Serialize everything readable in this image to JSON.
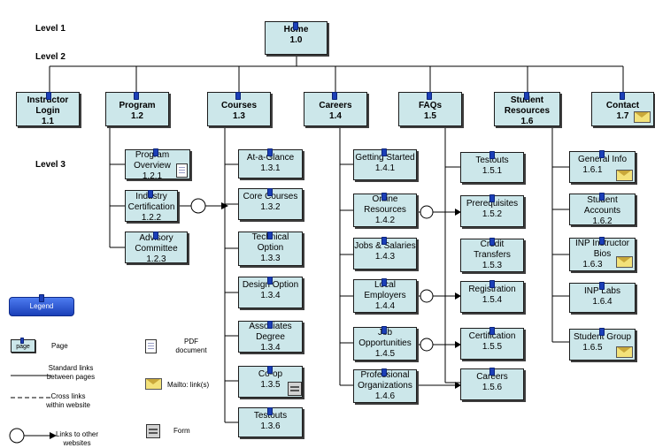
{
  "levels": {
    "l1": "Level 1",
    "l2": "Level 2",
    "l3": "Level 3"
  },
  "home": {
    "title": "Home",
    "num": "1.0"
  },
  "top": [
    {
      "title": "Instructor Login",
      "num": "1.1"
    },
    {
      "title": "Program",
      "num": "1.2"
    },
    {
      "title": "Courses",
      "num": "1.3"
    },
    {
      "title": "Careers",
      "num": "1.4"
    },
    {
      "title": "FAQs",
      "num": "1.5"
    },
    {
      "title": "Student Resources",
      "num": "1.6"
    },
    {
      "title": "Contact",
      "num": "1.7"
    }
  ],
  "program": [
    {
      "title": "Program Overview",
      "num": "1.2.1"
    },
    {
      "title": "Industry Certification",
      "num": "1.2.2"
    },
    {
      "title": "Advisory Committee",
      "num": "1.2.3"
    }
  ],
  "courses": [
    {
      "title": "At-a-Glance",
      "num": "1.3.1"
    },
    {
      "title": "Core Courses",
      "num": "1.3.2"
    },
    {
      "title": "Technical Option",
      "num": "1.3.3"
    },
    {
      "title": "Design Option",
      "num": "1.3.4"
    },
    {
      "title": "Associates Degree",
      "num": "1.3.4"
    },
    {
      "title": "Co-op",
      "num": "1.3.5"
    },
    {
      "title": "Testouts",
      "num": "1.3.6"
    }
  ],
  "careers": [
    {
      "title": "Getting Started",
      "num": "1.4.1"
    },
    {
      "title": "Online Resources",
      "num": "1.4.2"
    },
    {
      "title": "Jobs & Salaries",
      "num": "1.4.3"
    },
    {
      "title": "Local Employers",
      "num": "1.4.4"
    },
    {
      "title": "Job Opportunities",
      "num": "1.4.5"
    },
    {
      "title": "Professional Organizations",
      "num": "1.4.6"
    }
  ],
  "faqs": [
    {
      "title": "Testouts",
      "num": "1.5.1"
    },
    {
      "title": "Prerequisites",
      "num": "1.5.2"
    },
    {
      "title": "Credit Transfers",
      "num": "1.5.3"
    },
    {
      "title": "Registration",
      "num": "1.5.4"
    },
    {
      "title": "Certification",
      "num": "1.5.5"
    },
    {
      "title": "Careers",
      "num": "1.5.6"
    }
  ],
  "resources": [
    {
      "title": "General Info",
      "num": "1.6.1"
    },
    {
      "title": "Student Accounts",
      "num": "1.6.2"
    },
    {
      "title": "INP Instructor Bios",
      "num": "1.6.3"
    },
    {
      "title": "INP Labs",
      "num": "1.6.4"
    },
    {
      "title": "Student Group",
      "num": "1.6.5"
    }
  ],
  "legend": {
    "button": "Legend",
    "page_icon": "page",
    "page": "Page",
    "standard": "Standard links between pages",
    "cross": "Cross links within website",
    "external": "Links to other websites",
    "pdf": "PDF document",
    "mailto": "Mailto: link(s)",
    "form": "Form"
  },
  "colors": {
    "node_fill": "#cce7ea",
    "page_icon": "#1b3fb8",
    "legend_button": "#2c55d6",
    "mail_icon": "#f3e27a"
  }
}
